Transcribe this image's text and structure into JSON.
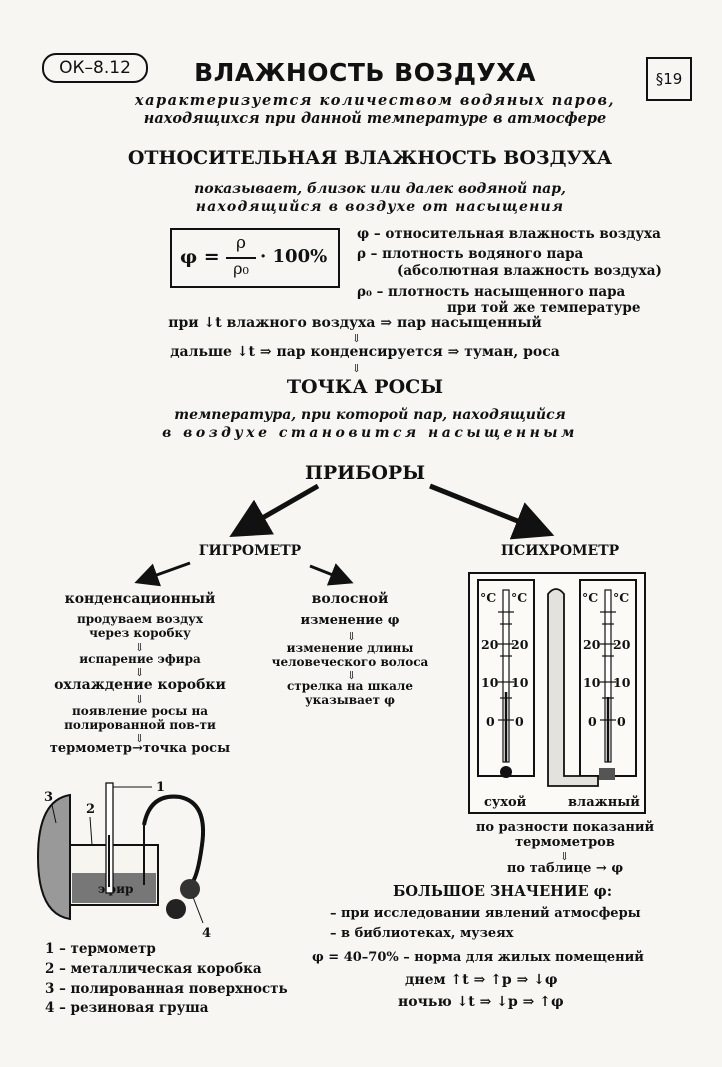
{
  "header": {
    "code": "ОК–8.12",
    "title": "ВЛАЖНОСТЬ ВОЗДУХА",
    "paragraph": "§19",
    "subtitle_line1": "характеризуется количеством водяных паров,",
    "subtitle_line2": "находящихся при данной температуре в атмосфере"
  },
  "relative": {
    "heading": "ОТНОСИТЕЛЬНАЯ ВЛАЖНОСТЬ ВОЗДУХА",
    "desc_line1": "показывает, близок или далек водяной пар,",
    "desc_line2": "находящийся в воздухе от насыщения",
    "formula": {
      "lhs": "φ =",
      "numerator": "ρ",
      "denominator": "ρ₀",
      "tail": "· 100%"
    },
    "legend": {
      "phi": "φ – относительная влажность воздуха",
      "rho_line1": "ρ – плотность водяного пара",
      "rho_line2": "(абсолютная влажность воздуха)",
      "rho0_line1": "ρ₀ – плотность насыщенного пара",
      "rho0_line2": "при той же температуре"
    },
    "chain_line1": "при ↓t влажного воздуха ⇒ пар насыщенный",
    "chain_line2": "дальше ↓t ⇒ пар конденсируется ⇒ туман, роса"
  },
  "dew": {
    "heading": "ТОЧКА РОСЫ",
    "def_line1": "температура, при которой пар, находящийся",
    "def_line2": "в воздухе становится насыщенным"
  },
  "instruments": {
    "heading": "ПРИБОРЫ",
    "hygrometer": "ГИГРОМЕТР",
    "psychrometer": "ПСИХРОМЕТР",
    "condensation": {
      "title": "конденсационный",
      "step1_line1": "продуваем воздух",
      "step1_line2": "через коробку",
      "step2": "испарение эфира",
      "step3": "охлаждение коробки",
      "step4_line1": "появление росы на",
      "step4_line2": "полированной пов-ти",
      "step5": "термометр→точка росы"
    },
    "hair": {
      "title": "волосной",
      "step1": "изменение φ",
      "step2_line1": "изменение длины",
      "step2_line2": "человеческого волоса",
      "step3_line1": "стрелка на шкале",
      "step3_line2": "указывает φ"
    }
  },
  "psychrometer_figure": {
    "scale_unit": "°С",
    "ticks": [
      "20",
      "10",
      "0"
    ],
    "dry_label": "сухой",
    "wet_label": "влажный",
    "note_line1": "по разности показаний",
    "note_line2": "термометров",
    "table_line": "по таблице → φ"
  },
  "hygrometer_figure": {
    "ether": "эфир",
    "numbers": [
      "1",
      "2",
      "3",
      "4"
    ],
    "legend": [
      "1 – термометр",
      "2 – металлическая коробка",
      "3 – полированная поверхность",
      "4 – резиновая груша"
    ]
  },
  "importance": {
    "heading": "БОЛЬШОЕ ЗНАЧЕНИЕ φ:",
    "item1": "– при исследовании явлений атмосферы",
    "item2": "– в библиотеках, музеях",
    "norm": "φ = 40–70% – норма для жилых помещений",
    "day": "днем ↑t ⇒ ↑p ⇒ ↓φ",
    "night": "ночью ↓t ⇒ ↓p ⇒ ↑φ"
  }
}
